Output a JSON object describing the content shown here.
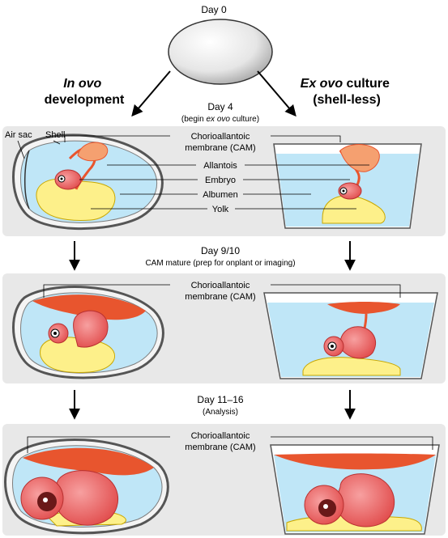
{
  "stages": {
    "day0": "Day 0",
    "day4": "Day 4",
    "day4_note_pre": "(begin ",
    "day4_note_em": "ex ovo",
    "day4_note_post": " culture)",
    "day910": "Day 9/10",
    "day910_note": "CAM mature (prep for onplant or imaging)",
    "day1116": "Day 11–16",
    "day1116_note": "(Analysis)"
  },
  "left_header": {
    "em": "In ovo",
    "line2": "development"
  },
  "right_header": {
    "em": "Ex ovo",
    "rest": " culture",
    "line2": "(shell-less)"
  },
  "labels": {
    "air_sac": "Air sac",
    "shell": "Shell",
    "cam_line1": "Chorioallantoic",
    "cam_line2": "membrane (CAM)",
    "allantois": "Allantois",
    "embryo": "Embryo",
    "albumen": "Albumen",
    "yolk": "Yolk"
  },
  "colors": {
    "panel_bg": "#e8e8e8",
    "albumen_blue": "#bfe6f7",
    "yolk": "#fdf08a",
    "embryo": "#f07070",
    "cam_red": "#e8552e",
    "shell_gray": "#7d7d7d"
  }
}
